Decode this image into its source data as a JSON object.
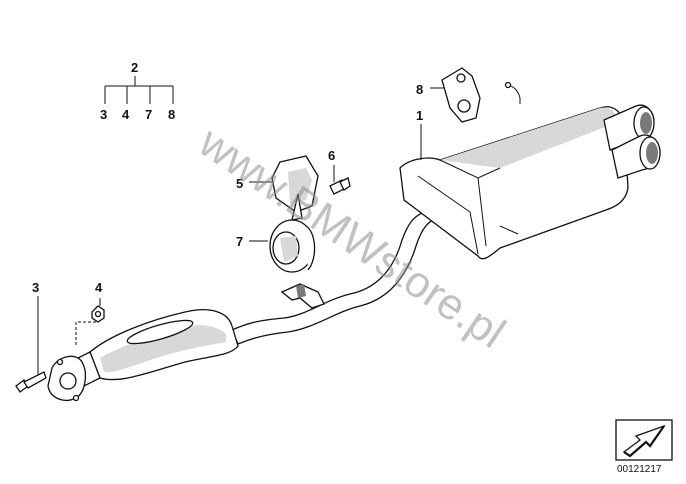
{
  "labels": {
    "group_main": "2",
    "sub_3": "3",
    "sub_4": "4",
    "sub_7": "7",
    "sub_8": "8",
    "part_1": "1",
    "part_8": "8",
    "part_6": "6",
    "part_5": "5",
    "part_7": "7",
    "part_3": "3",
    "part_4": "4"
  },
  "watermark": "www.BMWstore.pl",
  "diagram_code": "00121217",
  "colors": {
    "line": "#111111",
    "shade": "#d8d8d8",
    "watermark": "#8f8f8f"
  }
}
